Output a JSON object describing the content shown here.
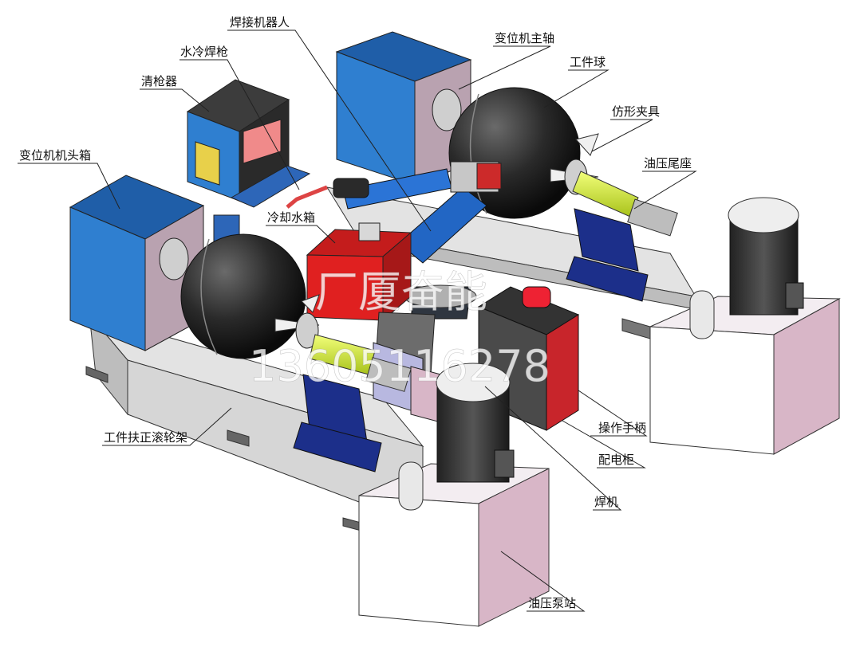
{
  "labels": {
    "welding_robot": "焊接机器人",
    "water_cooled_torch": "水冷焊枪",
    "torch_cleaner": "清枪器",
    "positioner_headstock": "变位机机头箱",
    "positioner_spindle": "变位机主轴",
    "workpiece_ball": "工件球",
    "profiling_fixture": "仿形夹具",
    "hydraulic_tailstock": "油压尾座",
    "cooling_water_tank": "冷却水箱",
    "roller_frame": "工件扶正滚轮架",
    "control_handle": "操作手柄",
    "power_cabinet": "配电柜",
    "welder": "焊机",
    "hydraulic_station": "油压泵站"
  },
  "watermark": {
    "line1": "厂厦奋能",
    "line2": "13605116278"
  },
  "colors": {
    "blue_box": "#2f7fd0",
    "dark_sphere": "#2a2a2a",
    "navy_stand": "#1c2f8a",
    "yellow_green": "#d6ee3a",
    "red_tank": "#e02020",
    "cabinet_red": "#c8252b",
    "pink_box": "#d8b6c7",
    "base_gray": "#d9d9d9"
  }
}
